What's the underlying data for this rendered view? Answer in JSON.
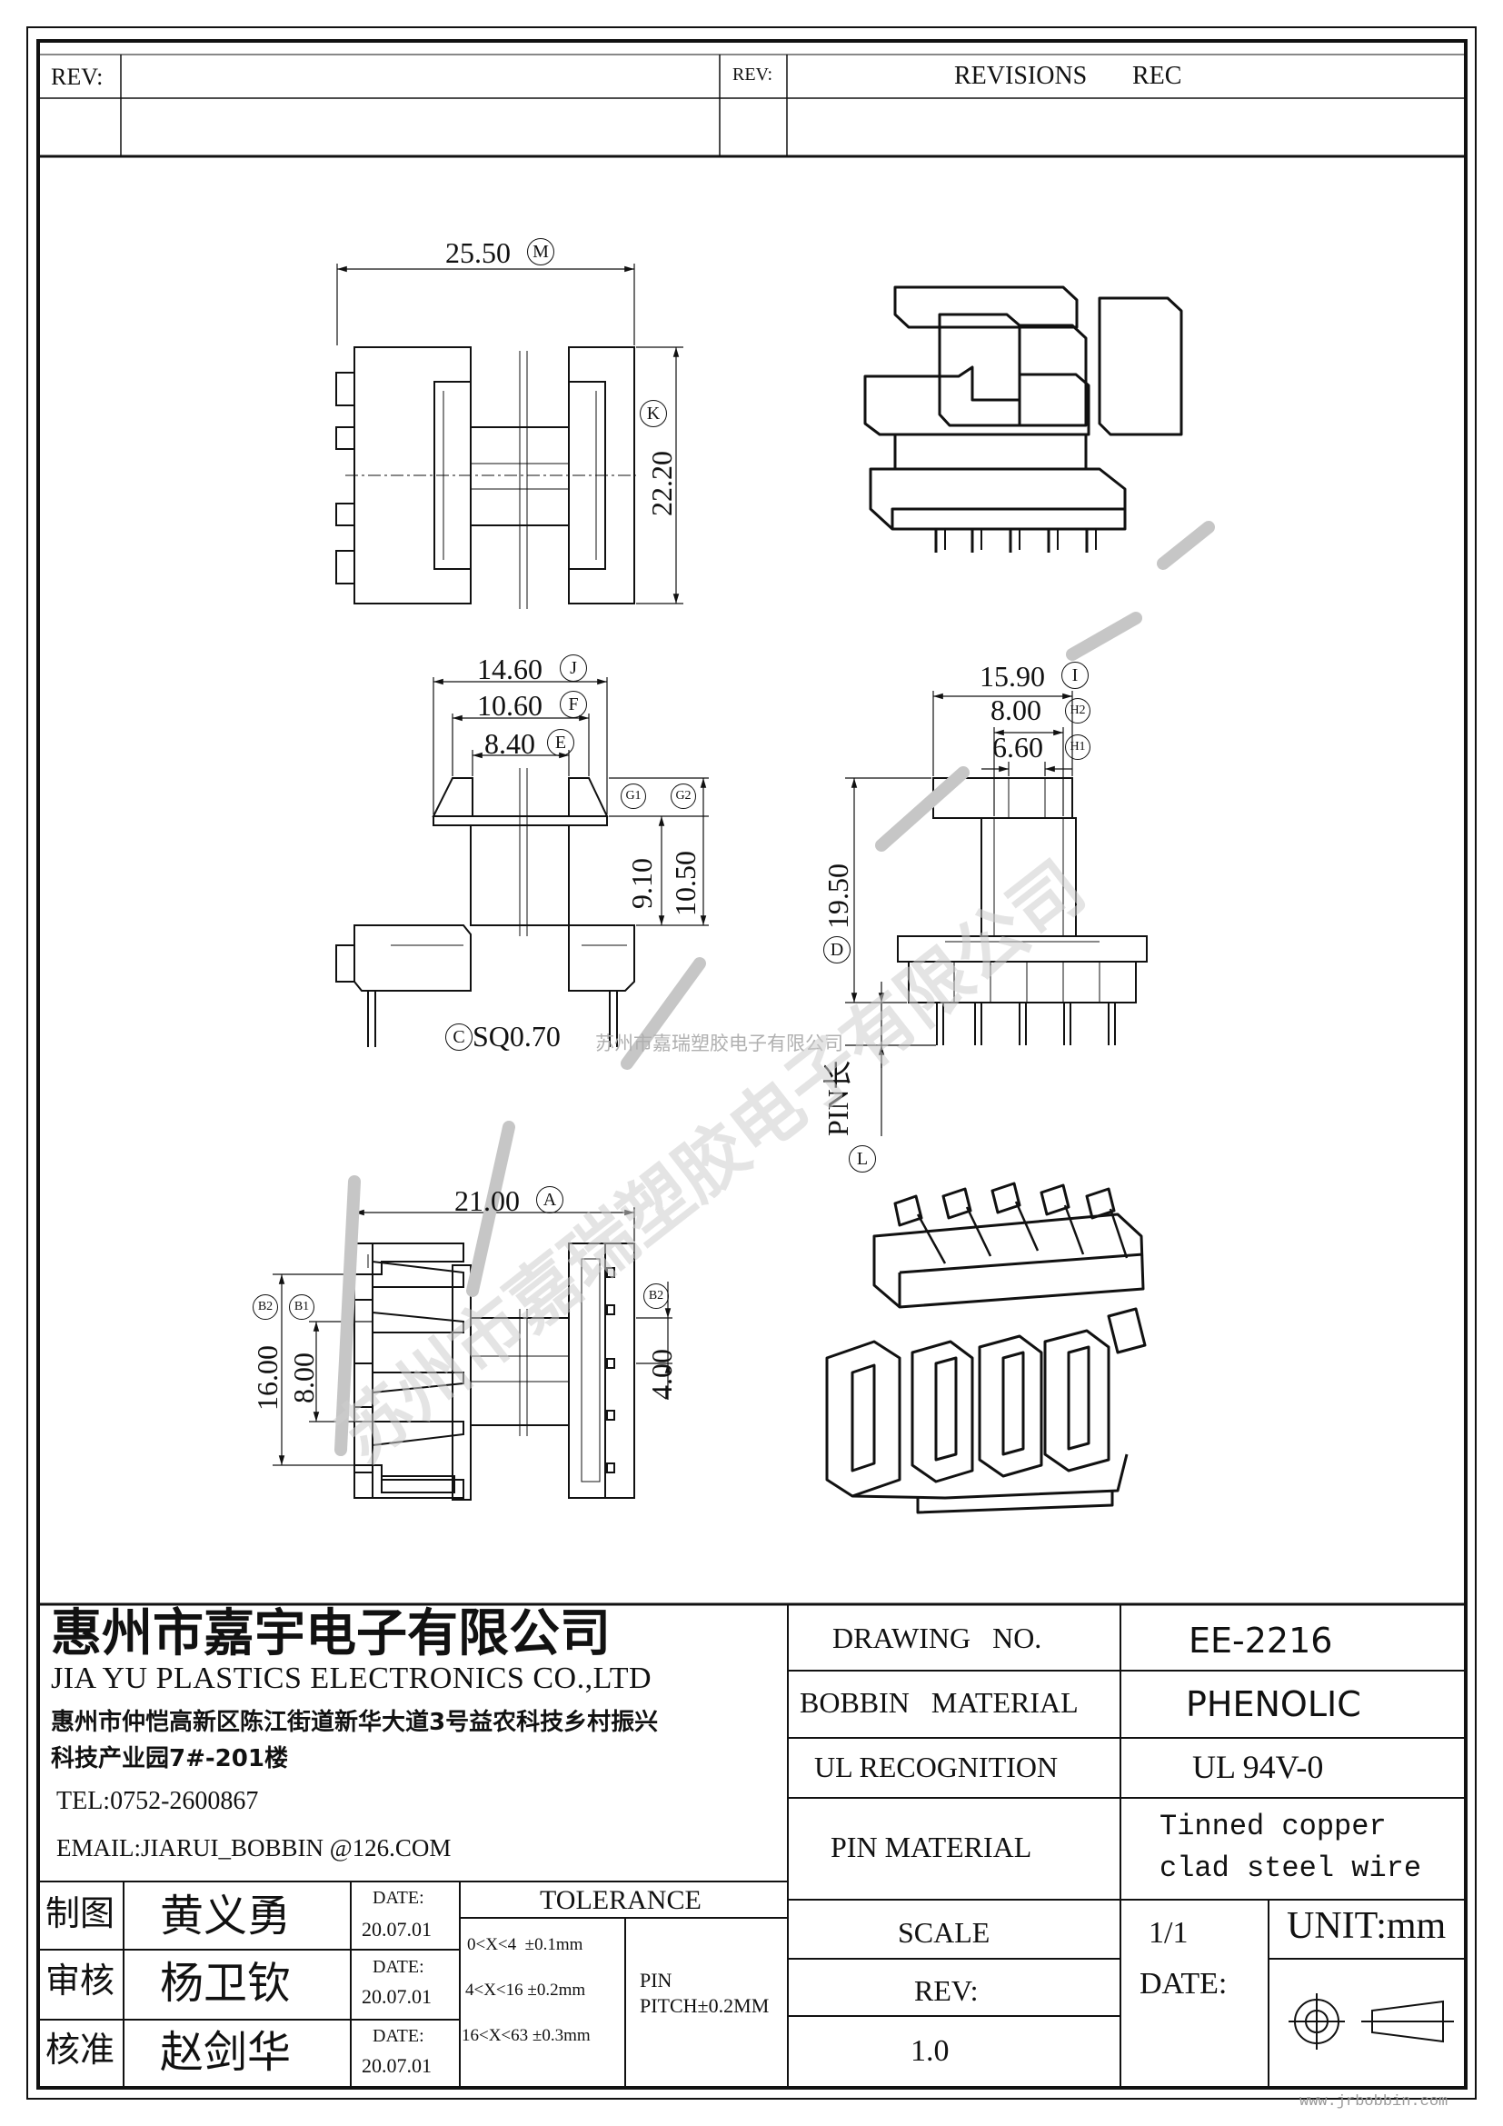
{
  "header": {
    "rev_label_left": "REV:",
    "rev_label_right": "REV:",
    "revisions_label": "REVISIONS",
    "rec_label": "REC"
  },
  "dimensions": {
    "top_width": "25.50",
    "top_width_mark": "M",
    "top_height": "22.20",
    "top_height_mark": "K",
    "side_j": "14.60",
    "side_j_mark": "J",
    "side_f": "10.60",
    "side_f_mark": "F",
    "side_e": "8.40",
    "side_e_mark": "E",
    "g1_mark": "G1",
    "g2_mark": "G2",
    "side_g1": "9.10",
    "side_g2": "10.50",
    "side_sq_mark": "C",
    "side_sq": "SQ0.70",
    "front_i": "15.90",
    "front_i_mark": "I",
    "front_h2": "8.00",
    "front_h2_mark": "H2",
    "front_h1": "6.60",
    "front_h1_mark": "H1",
    "front_d": "19.50",
    "front_d_mark": "D",
    "pin_len": "PIN长",
    "pin_len_mark": "L",
    "bottom_a": "21.00",
    "bottom_a_mark": "A",
    "b2_mark": "B2",
    "b1_mark": "B1",
    "bottom_b2": "16.00",
    "bottom_b1": "8.00",
    "bottom_b2_right": "4.00"
  },
  "watermark": {
    "company_small": "苏州市嘉瑞塑胶电子有限公司",
    "company_large": "苏州市嘉瑞塑胶电子有限公司",
    "site": "www.jrbobbin.com"
  },
  "title_block": {
    "company_cn": "惠州市嘉宇电子有限公司",
    "company_en": "JIA YU PLASTICS ELECTRONICS CO.,LTD",
    "address_line1": "惠州市仲恺高新区陈江街道新华大道3号益农科技乡村振兴",
    "address_line2": "科技产业园7#-201楼",
    "tel": "TEL:0752-2600867",
    "email": "EMAIL:JIARUI_BOBBIN @126.COM",
    "drawing_no_label": "DRAWING   NO.",
    "drawing_no": "EE-2216",
    "bobbin_material_label": "BOBBIN   MATERIAL",
    "bobbin_material": "PHENOLIC",
    "ul_label": "UL RECOGNITION",
    "ul_value": "UL 94V-0",
    "pin_material_label": "PIN MATERIAL",
    "pin_material_line1": "Tinned copper",
    "pin_material_line2": "clad steel wire",
    "scale_label": "SCALE",
    "scale_value": "1/1",
    "unit": "UNIT:mm",
    "rev_label": "REV:",
    "rev_value": "1.0",
    "date_label": "DATE:",
    "tolerance_label": "TOLERANCE",
    "tol1": "0<X<4  ±0.1mm",
    "tol2": "4<X<16 ±0.2mm",
    "tol3": "16<X<63 ±0.3mm",
    "pin_pitch_line1": "PIN",
    "pin_pitch_line2": "PITCH±0.2MM",
    "signers": [
      {
        "role": "制图",
        "name": "黄义勇",
        "date_label": "DATE:",
        "date": "20.07.01"
      },
      {
        "role": "审核",
        "name": "杨卫钦",
        "date_label": "DATE:",
        "date": "20.07.01"
      },
      {
        "role": "核准",
        "name": "赵剑华",
        "date_label": "DATE:",
        "date": "20.07.01"
      }
    ]
  }
}
